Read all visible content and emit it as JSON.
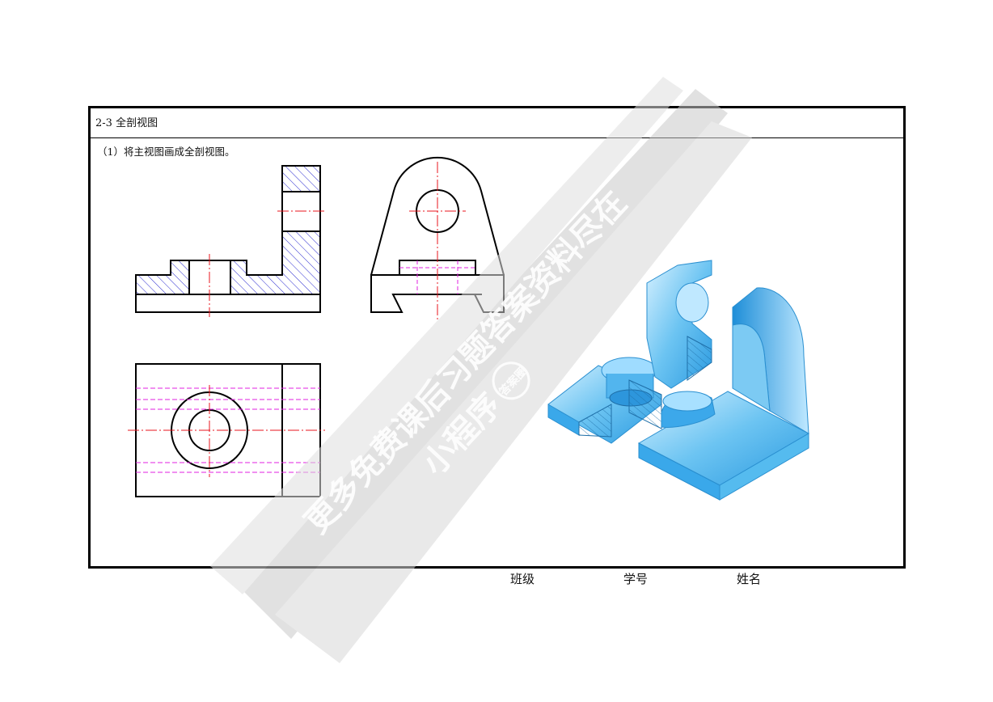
{
  "sheet": {
    "section_title": "2-3  全剖视图",
    "instruction": "（1）将主视图画成全剖视图。"
  },
  "footer": {
    "class_label": "班级",
    "student_no_label": "学号",
    "name_label": "姓名"
  },
  "watermark": {
    "line1": "更多免费课后习题答案资料尽在",
    "line2": "小程序",
    "seal": "答案圈"
  },
  "colors": {
    "outline": "#000000",
    "centerline": "#e8141c",
    "hidden_line": "#e020e0",
    "hatch": "#2a2ad0",
    "iso_fill": "#4fb6ee",
    "iso_light": "#cfeeff",
    "iso_dark": "#1f8fd6"
  }
}
